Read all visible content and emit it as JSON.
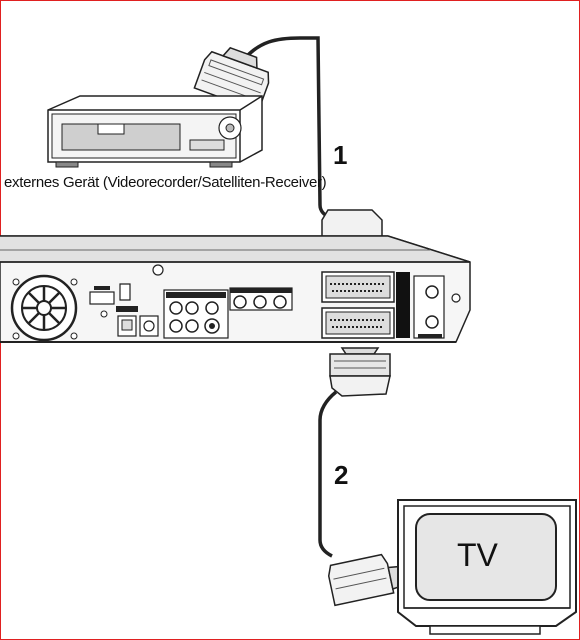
{
  "labels": {
    "external_device": "externes Gerät (Videorecorder/Satelliten-Receiver)",
    "step_1": "1",
    "step_2": "2",
    "tv": "TV"
  },
  "colors": {
    "frame": "#e02020",
    "line": "#222222",
    "panel_fill": "#efefef",
    "screen_fill": "#e6e6e6"
  },
  "icons": [
    "vcr-icon",
    "dvd-recorder-back-panel-icon",
    "scart-plug-icon",
    "scart-cable-icon",
    "tv-icon",
    "fan-vent-icon"
  ]
}
